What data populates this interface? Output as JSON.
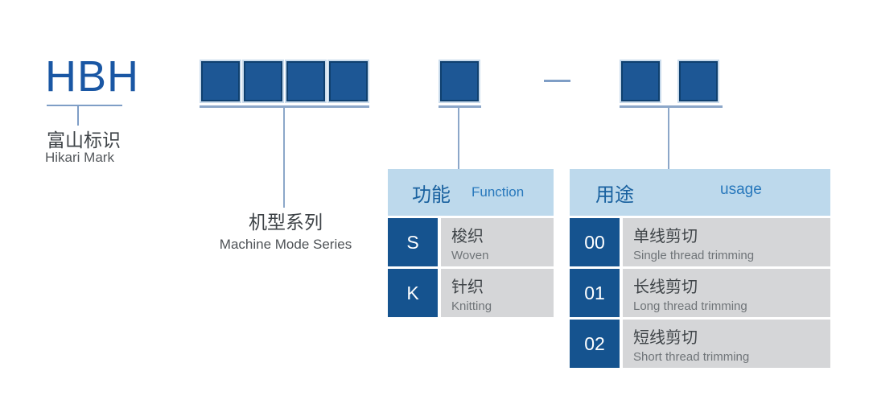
{
  "brand": {
    "code": "HBH",
    "name_cn": "富山标识",
    "name_en": "Hikari Mark"
  },
  "series": {
    "label_cn": "机型系列",
    "label_en": "Machine Mode Series",
    "box_count": 4
  },
  "function_table": {
    "title_cn": "功能",
    "title_en": "Function",
    "rows": [
      {
        "code": "S",
        "label_cn": "梭织",
        "label_en": "Woven"
      },
      {
        "code": "K",
        "label_cn": "针织",
        "label_en": "Knitting"
      }
    ]
  },
  "usage_table": {
    "title_cn": "用途",
    "title_en": "usage",
    "rows": [
      {
        "code": "00",
        "label_cn": "单线剪切",
        "label_en": "Single thread trimming"
      },
      {
        "code": "01",
        "label_cn": "长线剪切",
        "label_en": "Long thread trimming"
      },
      {
        "code": "02",
        "label_cn": "短线剪切",
        "label_en": "Short thread trimming"
      }
    ]
  },
  "colors": {
    "brand_blue": "#1A57A4",
    "box_fill": "#1D5795",
    "box_border": "#0F406F",
    "box_outer_ring": "#C9DBEC",
    "connector": "#8CA7C9",
    "table_header_bg": "#BDD9EC",
    "table_header_text": "#1A64A8",
    "id_cell_bg": "#15538F",
    "desc_cell_bg": "#D5D6D8",
    "desc_text_cn": "#3F4448",
    "desc_text_en": "#6F7478"
  }
}
